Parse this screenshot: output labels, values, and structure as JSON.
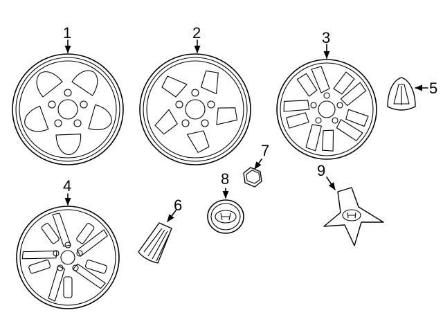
{
  "callouts": {
    "c1": "1",
    "c2": "2",
    "c3": "3",
    "c4": "4",
    "c5": "5",
    "c6": "6",
    "c7": "7",
    "c8": "8",
    "c9": "9"
  },
  "colors": {
    "line": "#000000",
    "background": "#ffffff"
  },
  "icons": {
    "parts": [
      "wheel-icon",
      "wheel-icon",
      "wheel-icon",
      "wheel-cover-icon",
      "valve-cap-icon",
      "balance-weight-icon",
      "lug-nut-icon",
      "center-cap-icon",
      "spider-cap-icon"
    ]
  }
}
